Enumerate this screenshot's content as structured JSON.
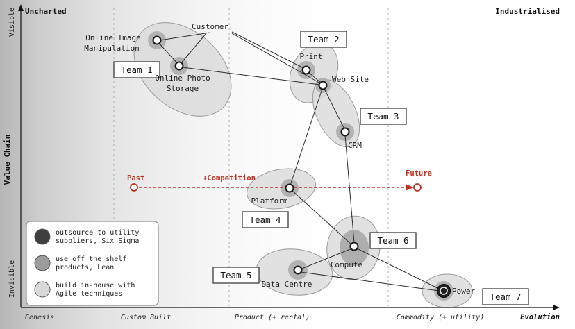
{
  "axes": {
    "top_left": "Uncharted",
    "top_right": "Industrialised",
    "y_axis": {
      "top": "Visible",
      "title": "Value Chain",
      "bottom": "Invisible"
    },
    "x_axis": {
      "stages": [
        "Genesis",
        "Custom Built",
        "Product (+ rental)",
        "Commodity (+ utility)"
      ],
      "title": "Evolution"
    }
  },
  "timeline": {
    "past_label": "Past",
    "competition_label": "+Competition",
    "future_label": "Future",
    "color": "#bf3222"
  },
  "nodes": {
    "customer": "Customer",
    "online_image_manipulation": {
      "line1": "Online Image",
      "line2": "Manipulation"
    },
    "online_photo_storage": {
      "line1": "Online Photo",
      "line2": "Storage"
    },
    "print": "Print",
    "web_site": "Web Site",
    "crm": "CRM",
    "platform": "Platform",
    "compute": "Compute",
    "data_centre": "Data Centre",
    "power": "Power"
  },
  "teams": [
    "Team 1",
    "Team 2",
    "Team 3",
    "Team 4",
    "Team 5",
    "Team 6",
    "Team 7"
  ],
  "legend": {
    "items": [
      {
        "lines": [
          "outsource to utility",
          "suppliers, Six Sigma"
        ],
        "color": "#3f3f3f"
      },
      {
        "lines": [
          "use off the shelf",
          "products, Lean"
        ],
        "color": "#9c9c9c"
      },
      {
        "lines": [
          "build in-house with",
          "Agile techniques"
        ],
        "color": "#d9d9d9"
      }
    ]
  }
}
